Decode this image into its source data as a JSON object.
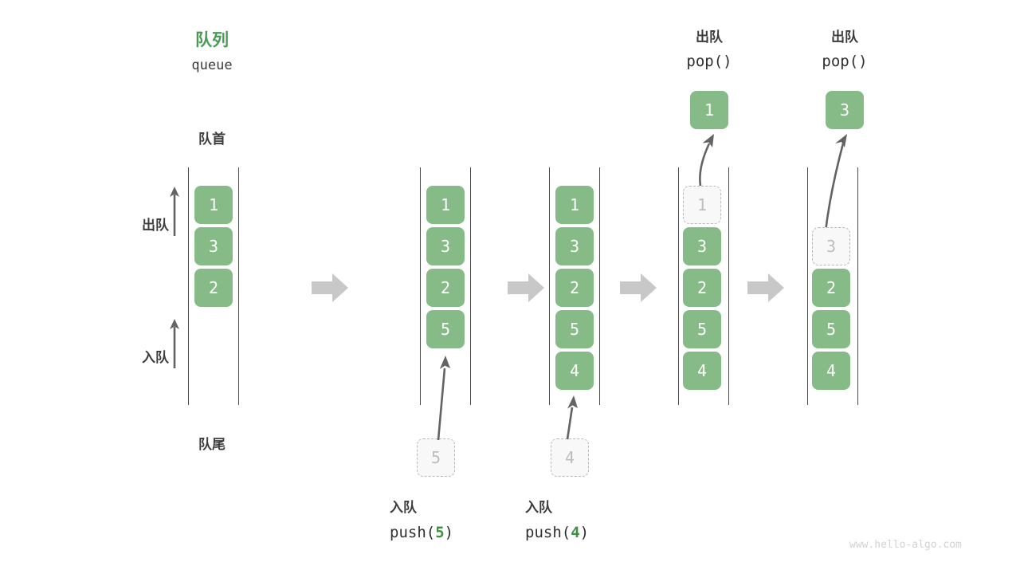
{
  "diagram": {
    "title_cn": "队列",
    "title_en": "queue",
    "front_label": "队首",
    "rear_label": "队尾",
    "side_labels": {
      "pop": "出队",
      "push": "入队"
    },
    "watermark": "www.hello-algo.com",
    "colors": {
      "cell_fill": "#86bb88",
      "cell_text": "#ffffff",
      "ghost_fill": "#f8f8f8",
      "ghost_border": "#b9b9b9",
      "ghost_text": "#bdbdbd",
      "rail": "#4a4a4a",
      "title_green": "#499b54",
      "arg_green": "#3f9142",
      "step_arrow": "#c8c8c8",
      "flow_arrow": "#636363",
      "text_dark": "#3c3c3c",
      "watermark": "#d2d2d2"
    }
  },
  "columns": [
    {
      "id": "initial",
      "header_cn": "",
      "header_code": "",
      "cells": [
        "1",
        "3",
        "2"
      ],
      "ghost_index": -1,
      "ghost_value": "",
      "popped_value": "",
      "incoming_value": "",
      "footer_cn": "",
      "footer_code_prefix": "",
      "footer_code_arg": "",
      "footer_code_suffix": ""
    },
    {
      "id": "push-5",
      "header_cn": "",
      "header_code": "",
      "cells": [
        "1",
        "3",
        "2",
        "5"
      ],
      "ghost_index": -1,
      "ghost_value": "",
      "popped_value": "",
      "incoming_value": "5",
      "footer_cn": "入队",
      "footer_code_prefix": "push(",
      "footer_code_arg": "5",
      "footer_code_suffix": ")"
    },
    {
      "id": "push-4",
      "header_cn": "",
      "header_code": "",
      "cells": [
        "1",
        "3",
        "2",
        "5",
        "4"
      ],
      "ghost_index": -1,
      "ghost_value": "",
      "popped_value": "",
      "incoming_value": "4",
      "footer_cn": "入队",
      "footer_code_prefix": "push(",
      "footer_code_arg": "4",
      "footer_code_suffix": ")"
    },
    {
      "id": "pop-1",
      "header_cn": "出队",
      "header_code": "pop()",
      "cells": [
        "1",
        "3",
        "2",
        "5",
        "4"
      ],
      "ghost_index": 0,
      "ghost_value": "1",
      "popped_value": "1",
      "incoming_value": "",
      "footer_cn": "",
      "footer_code_prefix": "",
      "footer_code_arg": "",
      "footer_code_suffix": ""
    },
    {
      "id": "pop-3",
      "header_cn": "出队",
      "header_code": "pop()",
      "cells": [
        "3",
        "2",
        "5",
        "4"
      ],
      "ghost_index": 0,
      "ghost_value": "3",
      "popped_value": "3",
      "incoming_value": "",
      "footer_cn": "",
      "footer_code_prefix": "",
      "footer_code_arg": "",
      "footer_code_suffix": ""
    }
  ],
  "step_arrows_count": 4
}
